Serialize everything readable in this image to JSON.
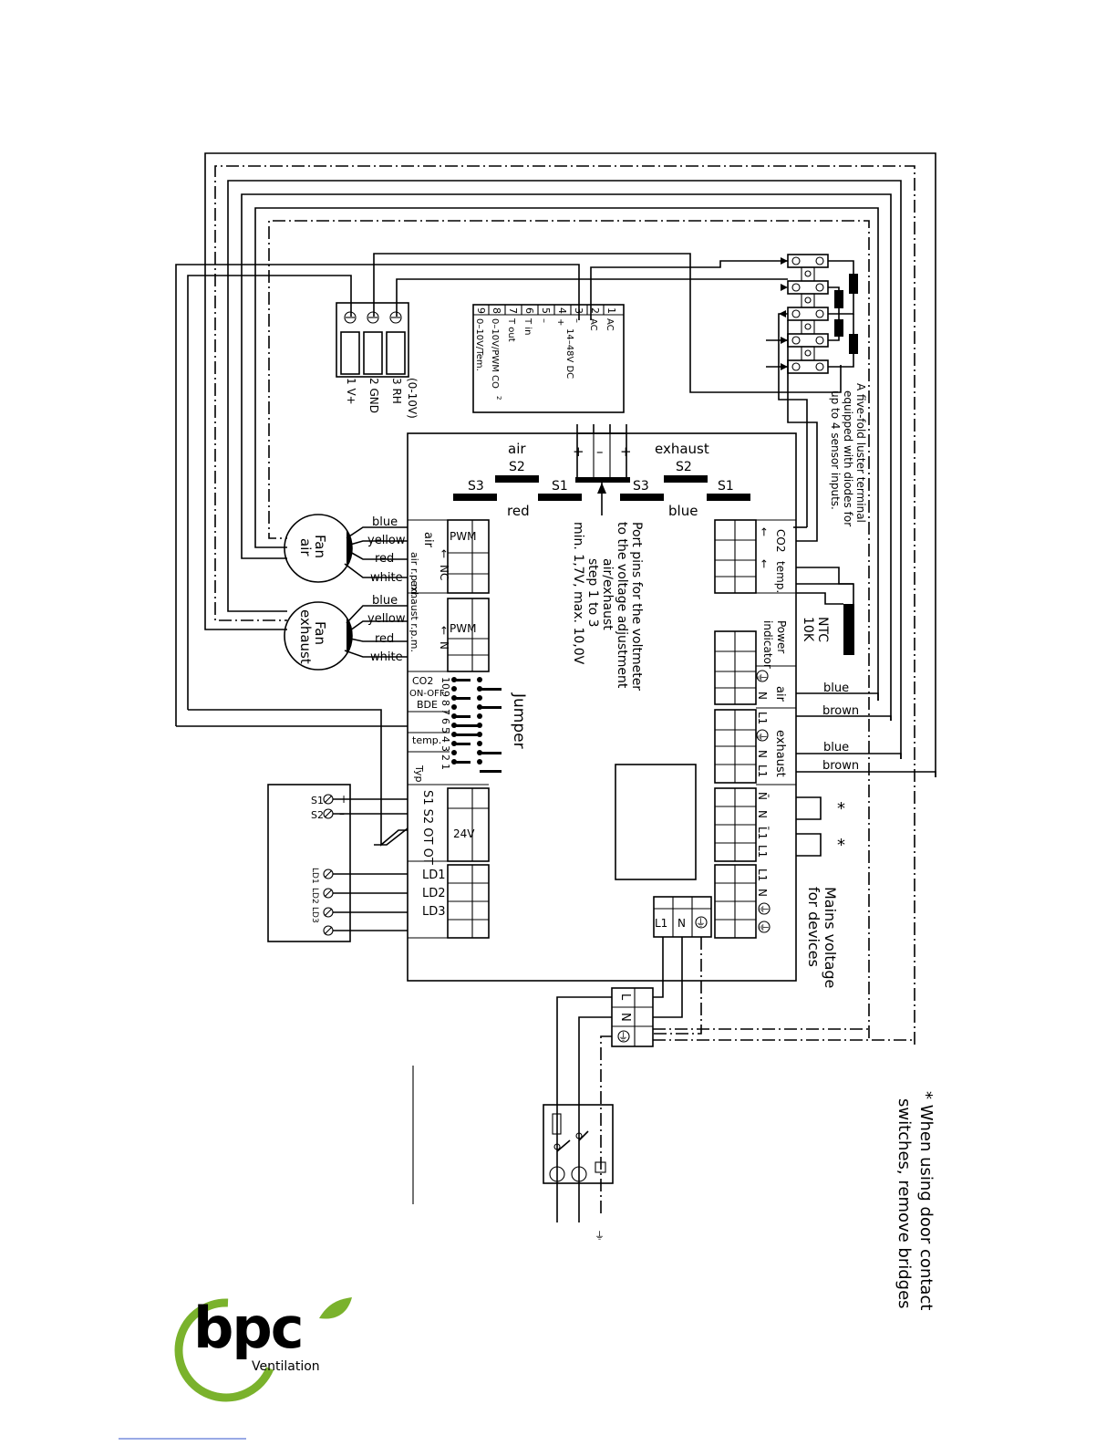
{
  "sensor_connector": {
    "range": "(0-10V)",
    "pins": [
      "3 RH",
      "2 GND",
      "1 V+"
    ]
  },
  "co2_terminal": {
    "pins": [
      {
        "num": "1",
        "label": "AC"
      },
      {
        "num": "2",
        "label": "AC"
      },
      {
        "num": "3",
        "label": "–"
      },
      {
        "num": "4",
        "label": "+"
      },
      {
        "num": "5",
        "label": "–"
      },
      {
        "num": "6",
        "label": "T in"
      },
      {
        "num": "7",
        "label": "T out"
      },
      {
        "num": "8",
        "label": "0–10V/PWM CO"
      },
      {
        "num": "9",
        "label": "0–10V/Tem."
      }
    ],
    "supply": "14–48V DC",
    "co2_sub": "2"
  },
  "luster_note": [
    "A five-fold luster terminal",
    "equipped with diodes for",
    "up to 4 sensor inputs."
  ],
  "voltage_pins": {
    "air": "air",
    "exhaust": "exhaust",
    "plus": "+",
    "minus": "–",
    "s3": "S3",
    "s2": "S2",
    "s1": "S1",
    "red": "red",
    "blue": "blue"
  },
  "port_note": [
    "Port pins for the voltmeter",
    "to the voltage adjustment",
    "air/exhaust",
    "step 1 to 3",
    "min. 1,7V, max. 10,0V"
  ],
  "fans": [
    {
      "name": [
        "Fan",
        "air"
      ],
      "wires": [
        "blue",
        "yellow",
        "red",
        "white"
      ]
    },
    {
      "name": [
        "Fan",
        "exhaust"
      ],
      "wires": [
        "blue",
        "yellow",
        "red",
        "white"
      ]
    }
  ],
  "left_blocks": {
    "pwm": "PWM",
    "nc": "NC",
    "n": "N",
    "air_rpm": "air r.p.m.",
    "exhaust_rpm": "exhaust r.p.m.",
    "arrow": "←",
    "s_header": "S1 S2 OT OT",
    "v24": "24V",
    "ld": [
      "LD1",
      "LD2",
      "LD3"
    ]
  },
  "jumper": {
    "title": "Jumper",
    "groups": [
      "CO2",
      "ON-OFF",
      "BDE",
      "temp.",
      "Typ"
    ],
    "numbers": [
      "10",
      "9",
      "8",
      "7",
      "6",
      "5",
      "4",
      "3",
      "2",
      "1"
    ]
  },
  "remote": {
    "s_labels": [
      "S1",
      "S2"
    ],
    "signs": [
      "+",
      "–"
    ],
    "ld_labels": [
      "LD1",
      "LD2",
      "LD3"
    ]
  },
  "right_labels": {
    "co2": "CO2",
    "temp": "temp.",
    "ntc": [
      "NTC",
      "10K"
    ],
    "power_indicator": [
      "Power",
      "indicator"
    ],
    "air": "air",
    "exhaust": "exhaust",
    "pin_n": "N",
    "pin_l1": "L1",
    "pin_nbar": "N̄",
    "pin_l1bar": "L̄1",
    "pin_pe": "⏚"
  },
  "wire_colors": [
    "blue",
    "brown",
    "blue",
    "brown"
  ],
  "bridges": [
    "*",
    "*"
  ],
  "mains_label": [
    "Mains voltage",
    "for devices"
  ],
  "main_terminal": [
    "L1",
    "N",
    "⏚"
  ],
  "house_terminal": [
    "L",
    "N",
    "⏚"
  ],
  "footnote": [
    "* When using door contact",
    "switches, remove bridges"
  ],
  "ground_symbol": "⏚",
  "logo": {
    "word": "bpc",
    "sub": "Ventilation",
    "color": "#7ab22c"
  }
}
